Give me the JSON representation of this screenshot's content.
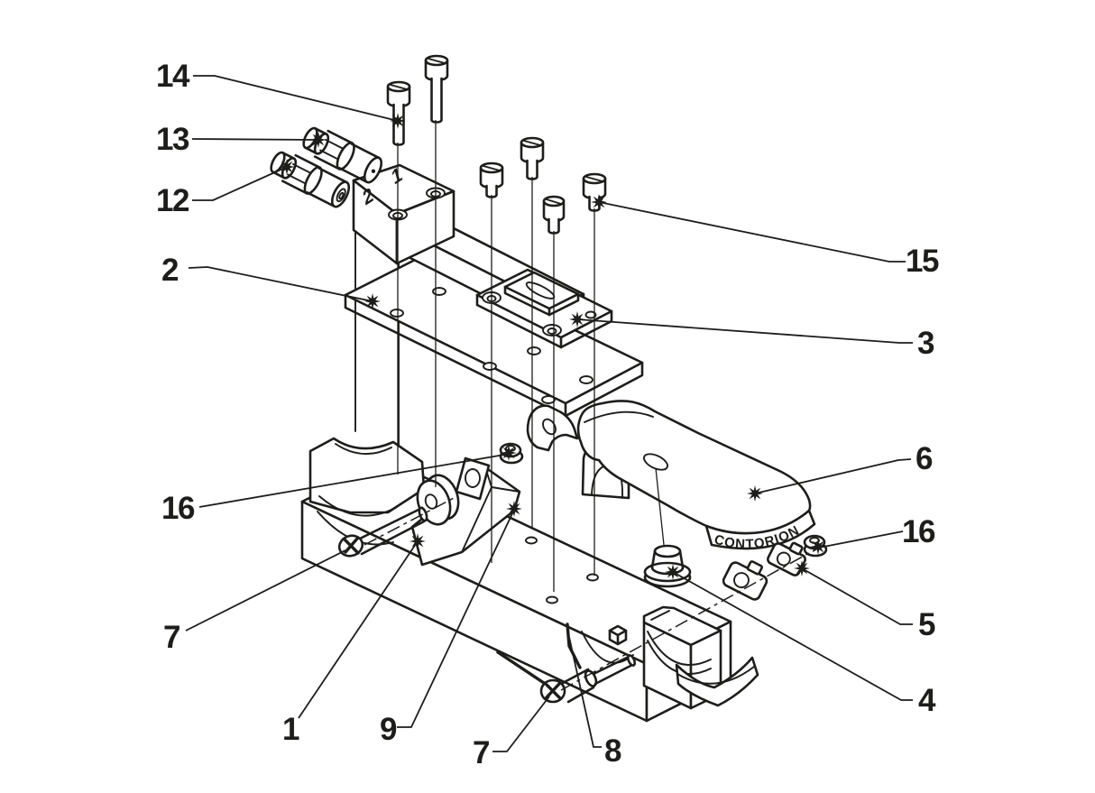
{
  "figure": {
    "type": "exploded-parts-diagram",
    "background_color": "#ffffff",
    "line_color": "#1d1d1b",
    "callouts": {
      "n14": "14",
      "n13": "13",
      "n12": "12",
      "n2": "2",
      "n16_left": "16",
      "n7_left": "7",
      "n1": "1",
      "n9": "9",
      "n7_bottom": "7",
      "n8": "8",
      "n15": "15",
      "n3": "3",
      "n6": "6",
      "n16_right": "16",
      "n5": "5",
      "n4": "4"
    },
    "engravings": {
      "brand": "CONTORION",
      "port_left": "2",
      "port_right": "1"
    }
  }
}
